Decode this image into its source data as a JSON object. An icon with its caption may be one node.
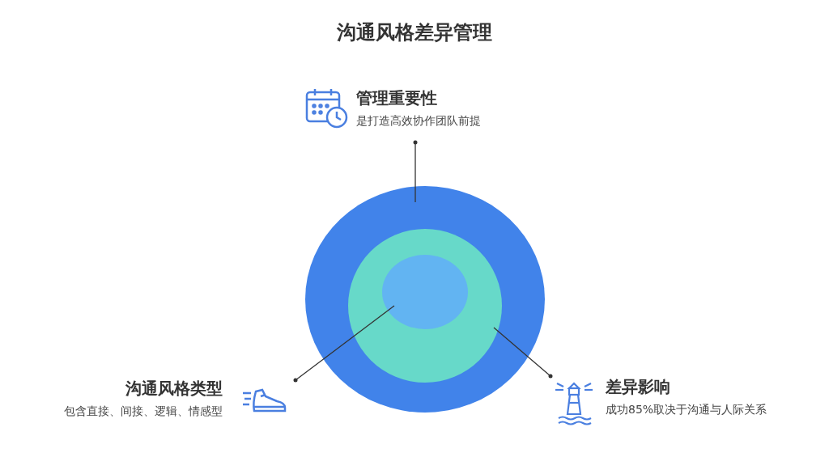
{
  "diagram": {
    "title": "沟通风格差异管理",
    "nodes": [
      {
        "text": [
          "管理重要性",
          "是打造高效协作团队前提"
        ]
      },
      {
        "text": [
          "沟通风格类型",
          "包含直接、间接、逻辑、情感型"
        ]
      },
      {
        "text": [
          "差异影响",
          "成功85%取决于沟通与人际关系"
        ]
      },
      {
        "text": [],
        "shape": "circle"
      },
      {
        "text": [],
        "shape": "circle",
        "in": 3
      },
      {
        "text": [],
        "shape": "circle",
        "in": 4
      }
    ],
    "edges": [
      {
        "from": 0,
        "to": 3,
        "arrow": "other"
      },
      {
        "from": 1,
        "to": 5,
        "arrow": "other"
      },
      {
        "from": 2,
        "to": 4,
        "arrow": "other"
      }
    ]
  }
}
